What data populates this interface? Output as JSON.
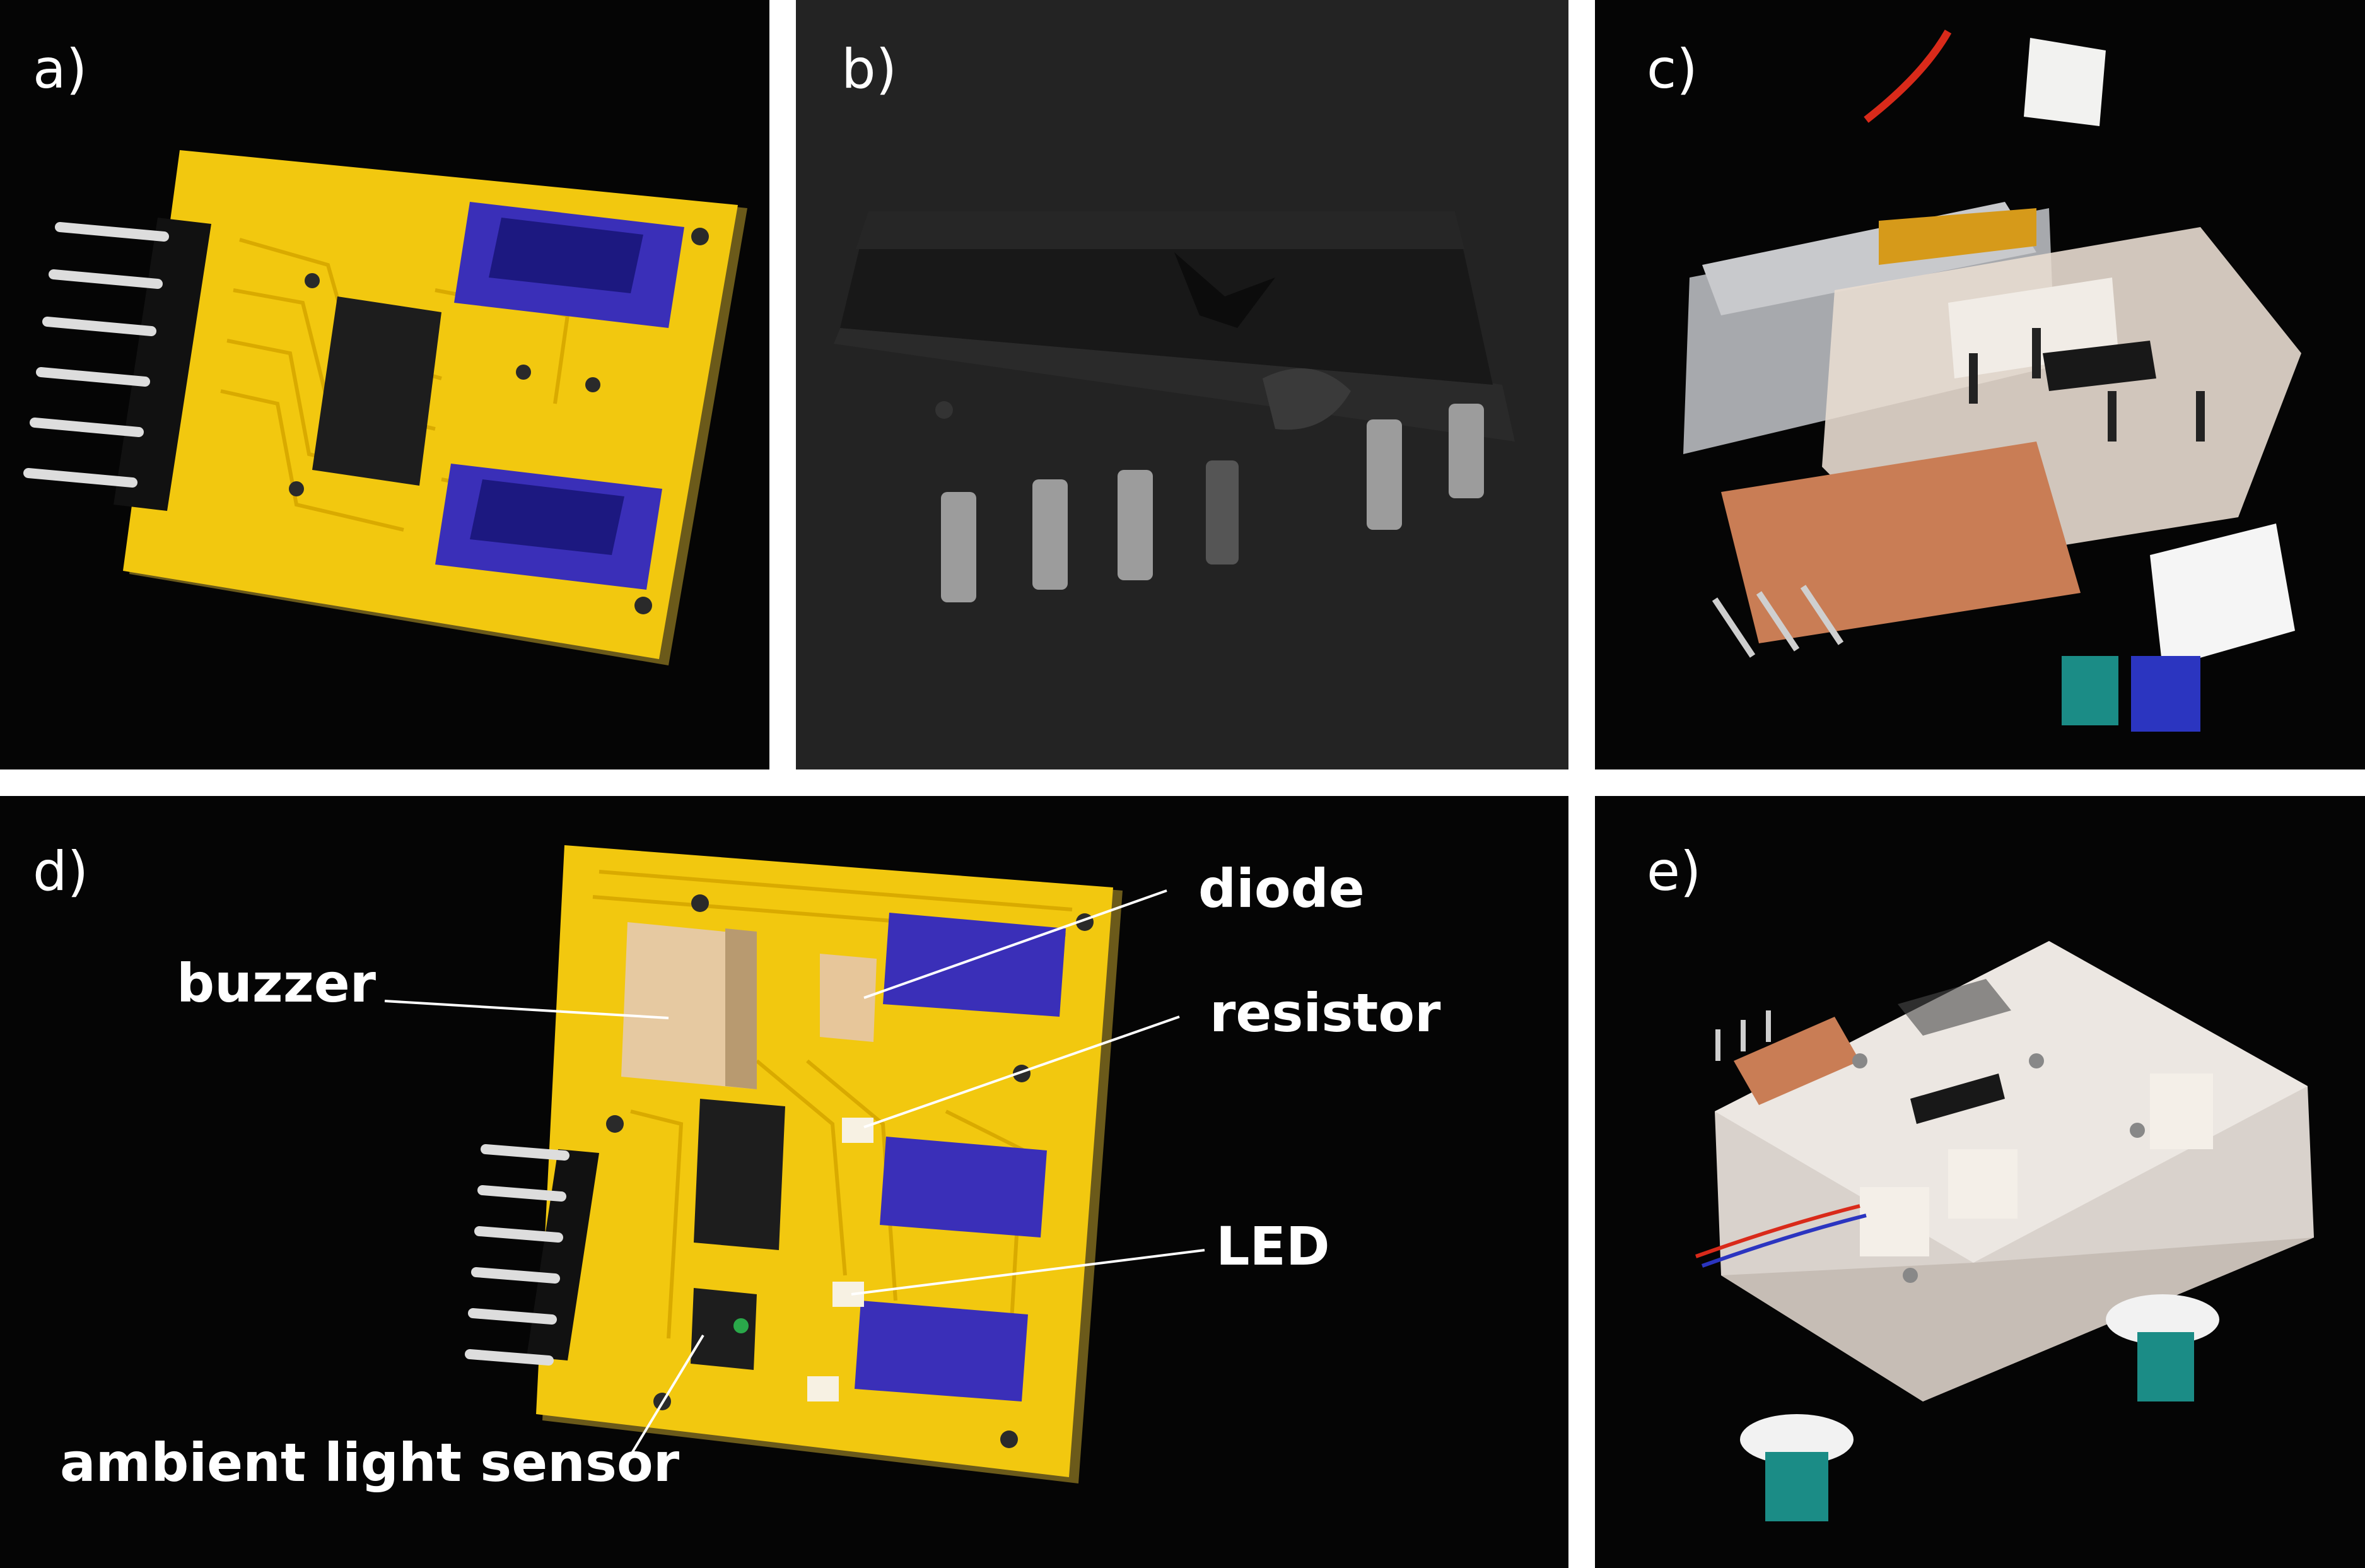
{
  "panels": {
    "a": {
      "label": "a)"
    },
    "b": {
      "label": "b)"
    },
    "c": {
      "label": "c)"
    },
    "d": {
      "label": "d)",
      "callouts": {
        "buzzer": "buzzer",
        "diode": "diode",
        "resistor": "resistor",
        "led": "LED",
        "ambient": "ambient light sensor"
      }
    },
    "e": {
      "label": "e)"
    }
  },
  "colors": {
    "pcb_yellow": "#f2c80f",
    "connector_blue": "#3a2fb8",
    "background": "#050505"
  }
}
